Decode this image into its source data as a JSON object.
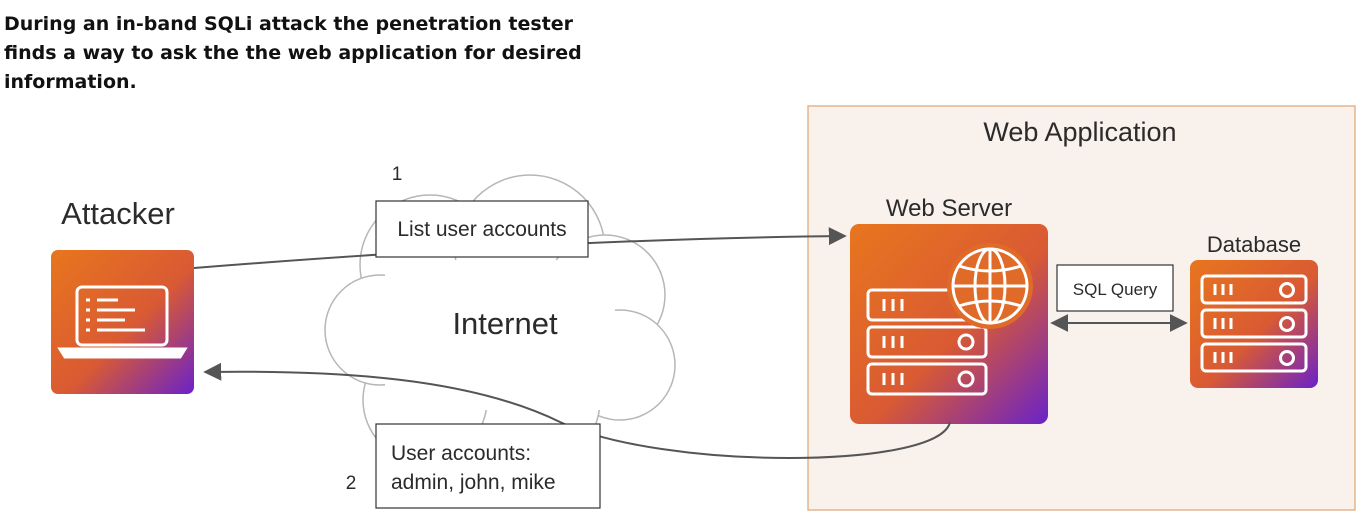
{
  "caption": {
    "lines": [
      "During an in-band SQLi attack the penetration tester",
      "finds a way to ask the the web application for desired",
      "information."
    ]
  },
  "attacker": {
    "label": "Attacker"
  },
  "internet": {
    "label": "Internet"
  },
  "web_application": {
    "title": "Web Application"
  },
  "web_server": {
    "label": "Web Server"
  },
  "database": {
    "label": "Database"
  },
  "sql_query": {
    "label": "SQL Query"
  },
  "request": {
    "step": "1",
    "label": "List user accounts"
  },
  "response": {
    "step": "2",
    "line1": "User accounts:",
    "line2": "admin, john, mike"
  },
  "colors": {
    "gradient_start": "#e8761e",
    "gradient_mid": "#d95a33",
    "gradient_end": "#6a22c9",
    "container_fill": "#f8f1ec",
    "container_border": "#e3b58d",
    "arrow": "#555555"
  },
  "icons": [
    "laptop-icon",
    "globe-icon",
    "server-rack-icon",
    "database-rack-icon",
    "cloud-icon"
  ]
}
